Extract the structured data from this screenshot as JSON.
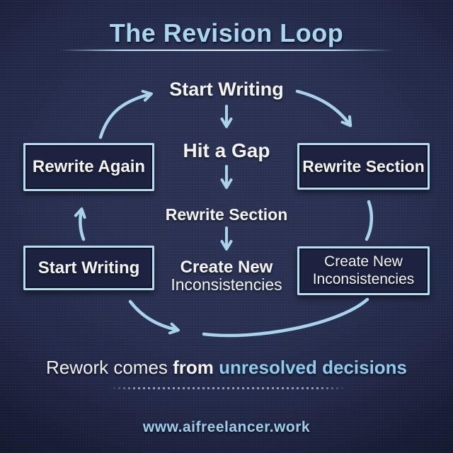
{
  "title": "The Revision Loop",
  "center_flow": {
    "step1": "Start Writing",
    "step2": "Hit a Gap",
    "step3": "Rewrite Section",
    "step4_line1": "Create New",
    "step4_line2": "Inconsistencies"
  },
  "left_flow": {
    "top_box": "Rewrite Again",
    "bottom_box": "Start Writing"
  },
  "right_flow": {
    "top_box": "Rewrite Section",
    "bottom_box_line1": "Create New",
    "bottom_box_line2": "Inconsistencies"
  },
  "tagline": {
    "part1": "Rework comes",
    "part2": "from",
    "part3": "unresolved decisions"
  },
  "footer": {
    "url": "www.aifreelancer.work"
  },
  "icons": {
    "arrows": [
      "arrow-curve-up-right",
      "arrow-curve-down-right",
      "arrow-down-1",
      "arrow-down-2",
      "arrow-down-3",
      "arrow-up-left-column",
      "curve-connector-right-column",
      "arrow-curve-bottom-left",
      "curve-bottom-right"
    ]
  },
  "colors": {
    "background_center": "#2c3252",
    "background_edge": "#121628",
    "accent_blue": "#a8d5f0",
    "arrow_blue": "#a9d2ec",
    "box_border": "#b6dcf2",
    "box_fill": "#1d2240",
    "text_white": "#f3f4f1",
    "tagline_blue": "#8fc9ec"
  }
}
